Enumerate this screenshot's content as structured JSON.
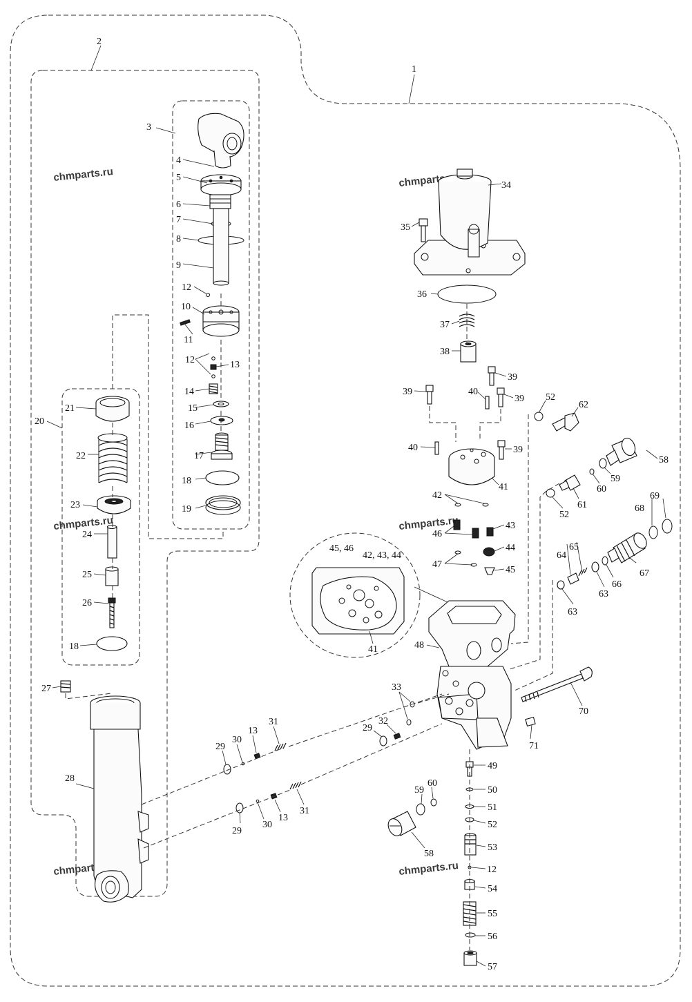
{
  "watermark": "chmparts.ru",
  "callouts": [
    {
      "id": "c1",
      "text": "1"
    },
    {
      "id": "c2",
      "text": "2"
    },
    {
      "id": "c3",
      "text": "3"
    },
    {
      "id": "c4",
      "text": "4"
    },
    {
      "id": "c5",
      "text": "5"
    },
    {
      "id": "c6",
      "text": "6"
    },
    {
      "id": "c7",
      "text": "7"
    },
    {
      "id": "c8",
      "text": "8"
    },
    {
      "id": "c9",
      "text": "9"
    },
    {
      "id": "c10",
      "text": "10"
    },
    {
      "id": "c11",
      "text": "11"
    },
    {
      "id": "c12a",
      "text": "12"
    },
    {
      "id": "c12b",
      "text": "12"
    },
    {
      "id": "c12c",
      "text": "12"
    },
    {
      "id": "c13a",
      "text": "13"
    },
    {
      "id": "c13b",
      "text": "13"
    },
    {
      "id": "c13c",
      "text": "13"
    },
    {
      "id": "c14",
      "text": "14"
    },
    {
      "id": "c15",
      "text": "15"
    },
    {
      "id": "c16",
      "text": "16"
    },
    {
      "id": "c17",
      "text": "17"
    },
    {
      "id": "c18a",
      "text": "18"
    },
    {
      "id": "c18b",
      "text": "18"
    },
    {
      "id": "c19",
      "text": "19"
    },
    {
      "id": "c20",
      "text": "20"
    },
    {
      "id": "c21",
      "text": "21"
    },
    {
      "id": "c22",
      "text": "22"
    },
    {
      "id": "c23",
      "text": "23"
    },
    {
      "id": "c24",
      "text": "24"
    },
    {
      "id": "c25",
      "text": "25"
    },
    {
      "id": "c26",
      "text": "26"
    },
    {
      "id": "c27",
      "text": "27"
    },
    {
      "id": "c28",
      "text": "28"
    },
    {
      "id": "c29a",
      "text": "29"
    },
    {
      "id": "c29b",
      "text": "29"
    },
    {
      "id": "c29c",
      "text": "29"
    },
    {
      "id": "c30a",
      "text": "30"
    },
    {
      "id": "c30b",
      "text": "30"
    },
    {
      "id": "c31a",
      "text": "31"
    },
    {
      "id": "c31b",
      "text": "31"
    },
    {
      "id": "c32",
      "text": "32"
    },
    {
      "id": "c33",
      "text": "33"
    },
    {
      "id": "c34",
      "text": "34"
    },
    {
      "id": "c35",
      "text": "35"
    },
    {
      "id": "c36",
      "text": "36"
    },
    {
      "id": "c37",
      "text": "37"
    },
    {
      "id": "c38",
      "text": "38"
    },
    {
      "id": "c39a",
      "text": "39"
    },
    {
      "id": "c39b",
      "text": "39"
    },
    {
      "id": "c39c",
      "text": "39"
    },
    {
      "id": "c39d",
      "text": "39"
    },
    {
      "id": "c40a",
      "text": "40"
    },
    {
      "id": "c40b",
      "text": "40"
    },
    {
      "id": "c41a",
      "text": "41"
    },
    {
      "id": "c41b",
      "text": "41"
    },
    {
      "id": "c42",
      "text": "42"
    },
    {
      "id": "c43",
      "text": "43"
    },
    {
      "id": "c44",
      "text": "44"
    },
    {
      "id": "c45",
      "text": "45"
    },
    {
      "id": "c46",
      "text": "46"
    },
    {
      "id": "c47",
      "text": "47"
    },
    {
      "id": "c48",
      "text": "48"
    },
    {
      "id": "c49",
      "text": "49"
    },
    {
      "id": "c50",
      "text": "50"
    },
    {
      "id": "c51",
      "text": "51"
    },
    {
      "id": "c52a",
      "text": "52"
    },
    {
      "id": "c52b",
      "text": "52"
    },
    {
      "id": "c52c",
      "text": "52"
    },
    {
      "id": "c53",
      "text": "53"
    },
    {
      "id": "c54",
      "text": "54"
    },
    {
      "id": "c55",
      "text": "55"
    },
    {
      "id": "c56",
      "text": "56"
    },
    {
      "id": "c57",
      "text": "57"
    },
    {
      "id": "c58a",
      "text": "58"
    },
    {
      "id": "c58b",
      "text": "58"
    },
    {
      "id": "c59a",
      "text": "59"
    },
    {
      "id": "c59b",
      "text": "59"
    },
    {
      "id": "c60a",
      "text": "60"
    },
    {
      "id": "c60b",
      "text": "60"
    },
    {
      "id": "c61",
      "text": "61"
    },
    {
      "id": "c62",
      "text": "62"
    },
    {
      "id": "c63a",
      "text": "63"
    },
    {
      "id": "c63b",
      "text": "63"
    },
    {
      "id": "c64",
      "text": "64"
    },
    {
      "id": "c65",
      "text": "65"
    },
    {
      "id": "c66",
      "text": "66"
    },
    {
      "id": "c67",
      "text": "67"
    },
    {
      "id": "c68",
      "text": "68"
    },
    {
      "id": "c69",
      "text": "69"
    },
    {
      "id": "c70",
      "text": "70"
    },
    {
      "id": "c71",
      "text": "71"
    },
    {
      "id": "c4546",
      "text": "45, 46"
    },
    {
      "id": "c424344",
      "text": "42, 43, 44"
    }
  ]
}
